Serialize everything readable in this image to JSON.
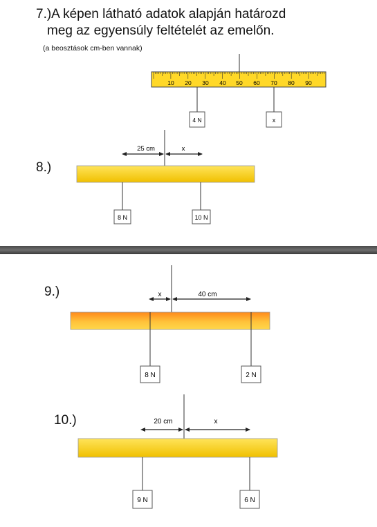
{
  "task7": {
    "number_title": "7.)A képen látható adatok alapján határozd",
    "title_line2": "meg az egyensúly feltételét az emelőn.",
    "note": "(a beosztások cm-ben vannak)",
    "ruler_labels": [
      "10",
      "20",
      "30",
      "40",
      "50",
      "60",
      "70",
      "80",
      "90"
    ],
    "weight_left": "4 N",
    "weight_right": "x"
  },
  "task8": {
    "number": "8.)",
    "distance_left": "25 cm",
    "distance_right": "x",
    "weight_left": "8 N",
    "weight_right": "10 N"
  },
  "task9": {
    "number": "9.)",
    "distance_left": "x",
    "distance_right": "40 cm",
    "weight_left": "8 N",
    "weight_right": "2 N"
  },
  "task10": {
    "number": "10.)",
    "distance_left": "20 cm",
    "distance_right": "x",
    "weight_left": "9 N",
    "weight_right": "6 N"
  },
  "colors": {
    "beam_yellow": "#ffd21a",
    "beam_orange": "#ff8a1a",
    "divider": "#555555"
  }
}
